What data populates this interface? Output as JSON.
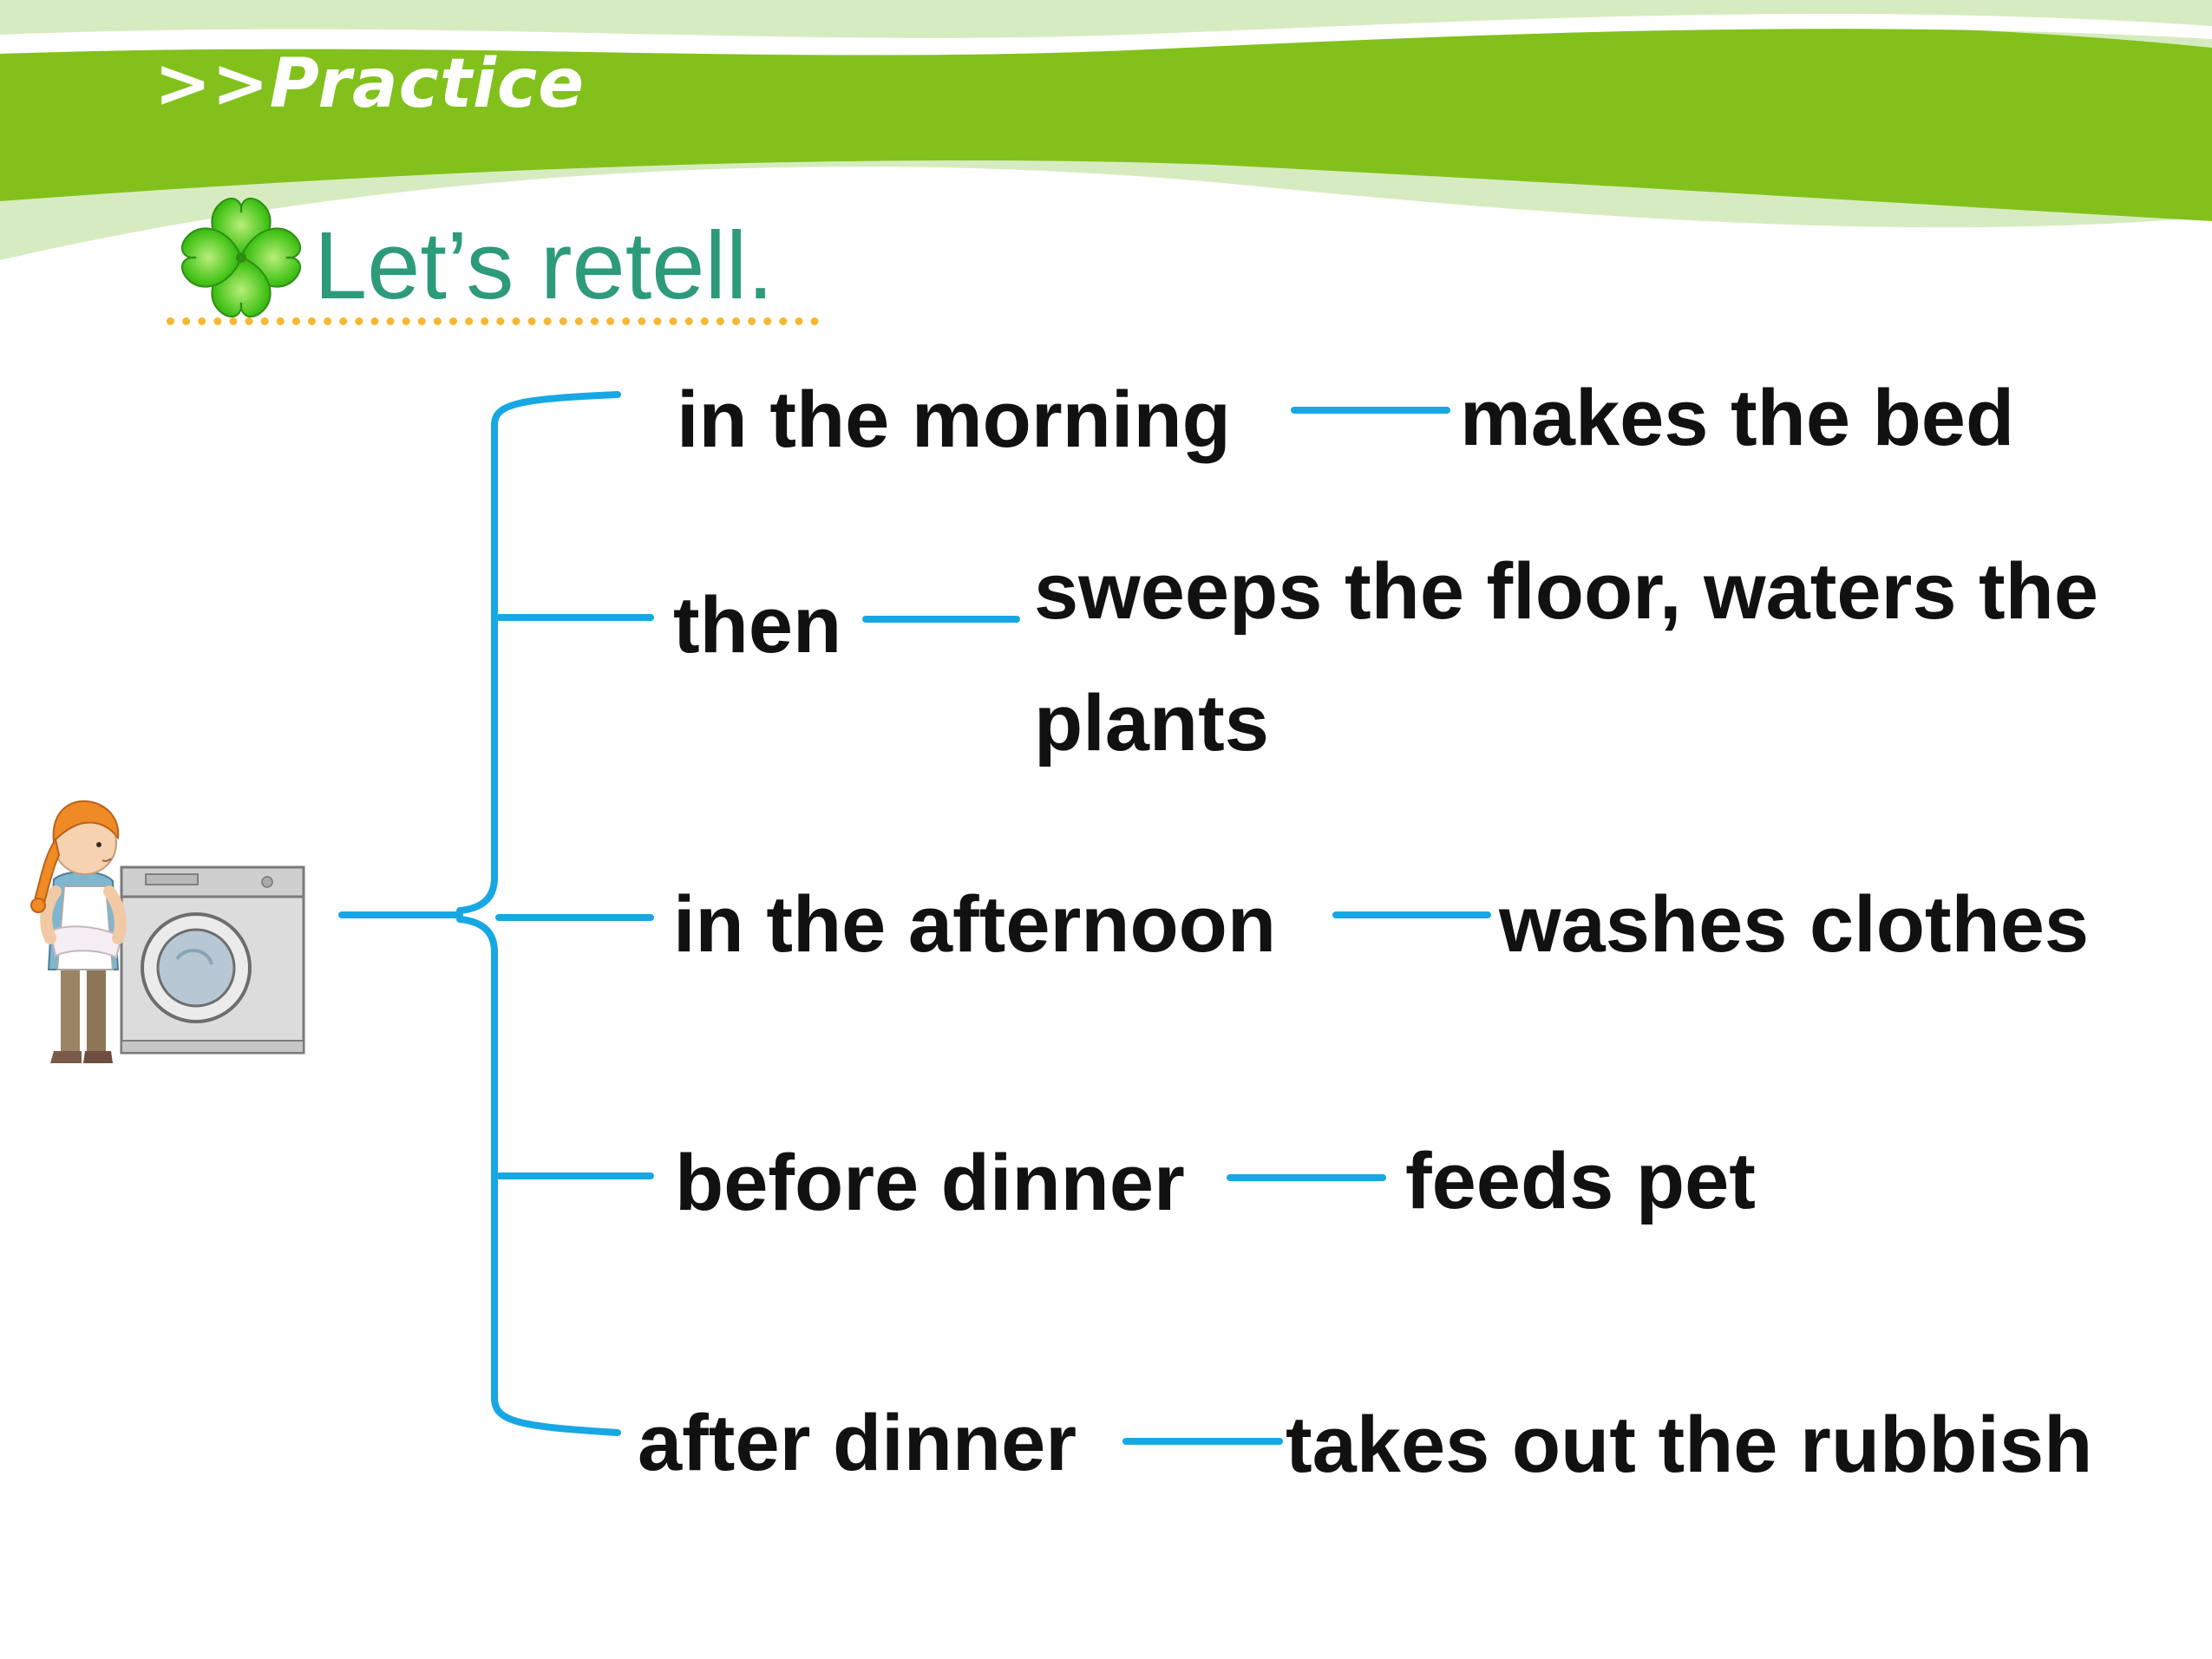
{
  "header": {
    "section_title": ">>Practice"
  },
  "activity": {
    "heading": "Let’s retell."
  },
  "routine": [
    {
      "time": "in the morning",
      "activity": "makes the bed"
    },
    {
      "time": "then",
      "activity_line1": "sweeps the floor, waters the",
      "activity_line2": "plants"
    },
    {
      "time": "in the afternoon",
      "activity": "washes clothes"
    },
    {
      "time": "before dinner",
      "activity": "feeds pet"
    },
    {
      "time": "after dinner",
      "activity": "takes out the rubbish"
    }
  ],
  "colors": {
    "banner_green": "#82c11c",
    "banner_light": "#d6ecc0",
    "heading_teal": "#2d9a7a",
    "connector_blue": "#19a7e4",
    "dotted_rule": "#f5b82e"
  }
}
